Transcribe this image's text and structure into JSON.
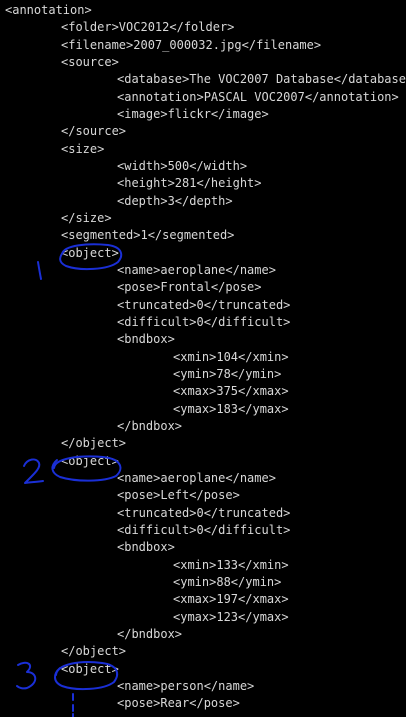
{
  "editor": {
    "lines": [
      {
        "indent": 0,
        "text": "<annotation>"
      },
      {
        "indent": 1,
        "text": "<folder>VOC2012</folder>"
      },
      {
        "indent": 1,
        "text": "<filename>2007_000032.jpg</filename>"
      },
      {
        "indent": 1,
        "text": "<source>"
      },
      {
        "indent": 2,
        "text": "<database>The VOC2007 Database</database>"
      },
      {
        "indent": 2,
        "text": "<annotation>PASCAL VOC2007</annotation>"
      },
      {
        "indent": 2,
        "text": "<image>flickr</image>"
      },
      {
        "indent": 1,
        "text": "</source>"
      },
      {
        "indent": 1,
        "text": "<size>"
      },
      {
        "indent": 2,
        "text": "<width>500</width>"
      },
      {
        "indent": 2,
        "text": "<height>281</height>"
      },
      {
        "indent": 2,
        "text": "<depth>3</depth>"
      },
      {
        "indent": 1,
        "text": "</size>"
      },
      {
        "indent": 1,
        "text": "<segmented>1</segmented>"
      },
      {
        "indent": 1,
        "text": "<object>"
      },
      {
        "indent": 2,
        "text": "<name>aeroplane</name>"
      },
      {
        "indent": 2,
        "text": "<pose>Frontal</pose>"
      },
      {
        "indent": 2,
        "text": "<truncated>0</truncated>"
      },
      {
        "indent": 2,
        "text": "<difficult>0</difficult>"
      },
      {
        "indent": 2,
        "text": "<bndbox>"
      },
      {
        "indent": 3,
        "text": "<xmin>104</xmin>"
      },
      {
        "indent": 3,
        "text": "<ymin>78</ymin>"
      },
      {
        "indent": 3,
        "text": "<xmax>375</xmax>"
      },
      {
        "indent": 3,
        "text": "<ymax>183</ymax>"
      },
      {
        "indent": 2,
        "text": "</bndbox>"
      },
      {
        "indent": 1,
        "text": "</object>"
      },
      {
        "indent": 1,
        "text": "<object>"
      },
      {
        "indent": 2,
        "text": "<name>aeroplane</name>"
      },
      {
        "indent": 2,
        "text": "<pose>Left</pose>"
      },
      {
        "indent": 2,
        "text": "<truncated>0</truncated>"
      },
      {
        "indent": 2,
        "text": "<difficult>0</difficult>"
      },
      {
        "indent": 2,
        "text": "<bndbox>"
      },
      {
        "indent": 3,
        "text": "<xmin>133</xmin>"
      },
      {
        "indent": 3,
        "text": "<ymin>88</ymin>"
      },
      {
        "indent": 3,
        "text": "<xmax>197</xmax>"
      },
      {
        "indent": 3,
        "text": "<ymax>123</ymax>"
      },
      {
        "indent": 2,
        "text": "</bndbox>"
      },
      {
        "indent": 1,
        "text": "</object>"
      },
      {
        "indent": 1,
        "text": "<object>"
      },
      {
        "indent": 2,
        "text": "<name>person</name>"
      },
      {
        "indent": 2,
        "text": "<pose>Rear</pose>"
      }
    ]
  },
  "handwriting": {
    "markers": [
      "1",
      "2",
      "3"
    ],
    "ink_color": "#1a2fd6"
  },
  "colors": {
    "background": "#000000",
    "text": "#d8d8d8"
  }
}
